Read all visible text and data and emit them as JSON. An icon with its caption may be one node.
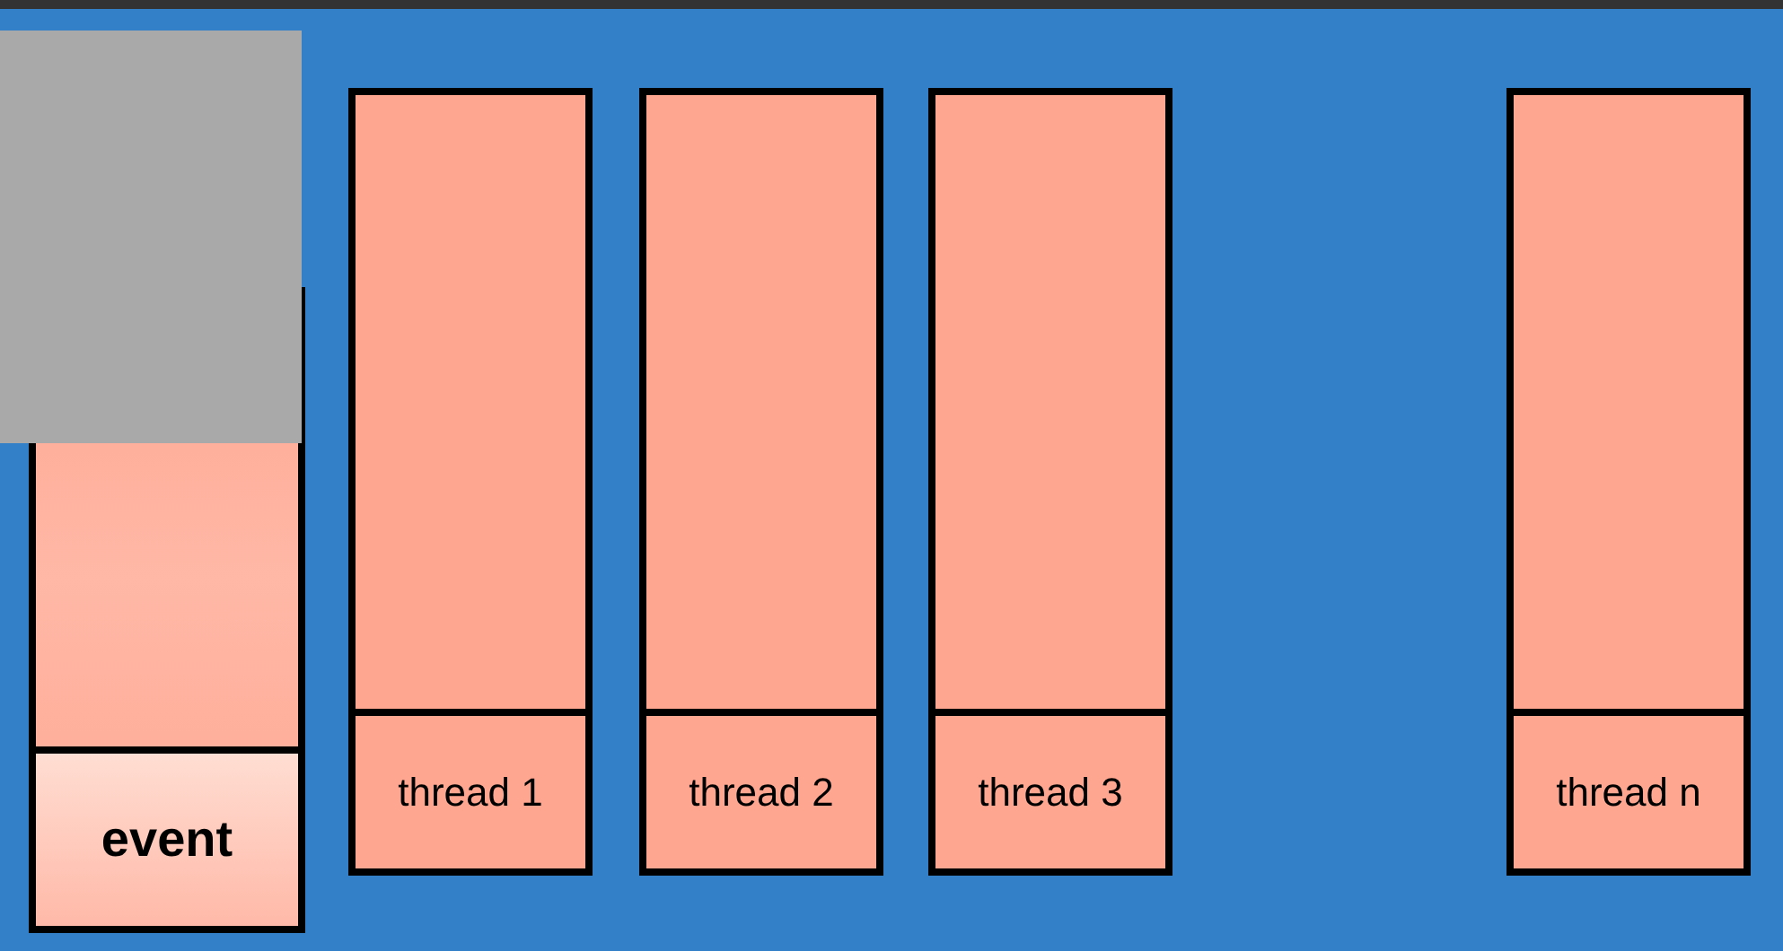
{
  "diagram": {
    "nodes": [
      {
        "text": [
          "event"
        ]
      },
      {
        "text": [
          "thread 1"
        ]
      },
      {
        "text": [
          "thread 2"
        ]
      },
      {
        "text": [
          "thread 3"
        ]
      },
      {
        "text": [
          "thread n"
        ]
      }
    ]
  }
}
